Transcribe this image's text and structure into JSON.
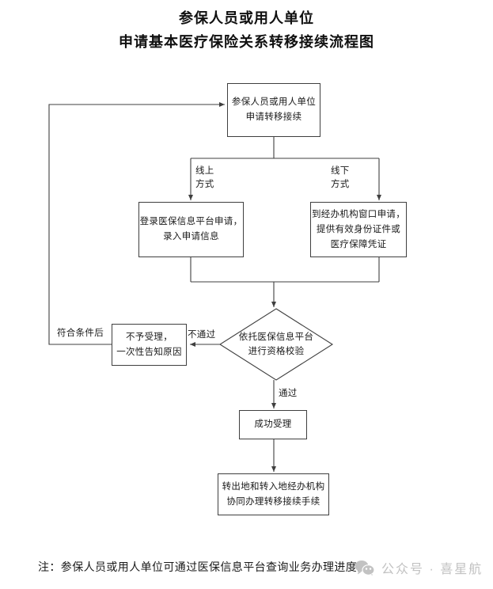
{
  "title": {
    "line1": "参保人员或用人单位",
    "line2": "申请基本医疗保险关系转移接续流程图"
  },
  "colors": {
    "stroke": "#3f3f3f",
    "text": "#1a1a1a",
    "background": "#ffffff",
    "watermark": "#c2c2c2"
  },
  "flowchart": {
    "type": "flowchart",
    "nodes": [
      {
        "id": "start",
        "shape": "rectangle",
        "lines": [
          "参保人员或用人单位",
          "申请转移接续"
        ]
      },
      {
        "id": "online",
        "shape": "rectangle",
        "lines": [
          "登录医保信息平台申请，",
          "录入申请信息"
        ]
      },
      {
        "id": "offline",
        "shape": "rectangle",
        "lines": [
          "到经办机构窗口申请，",
          "提供有效身份证件或",
          "医疗保障凭证"
        ]
      },
      {
        "id": "decision",
        "shape": "diamond",
        "lines": [
          "依托医保信息平台",
          "进行资格校验"
        ]
      },
      {
        "id": "reject",
        "shape": "rectangle",
        "lines": [
          "不予受理，",
          "一次性告知原因"
        ]
      },
      {
        "id": "accept",
        "shape": "rectangle",
        "lines": [
          "成功受理"
        ]
      },
      {
        "id": "final",
        "shape": "rectangle",
        "lines": [
          "转出地和转入地经办机构",
          "协同办理转移接续手续"
        ]
      }
    ],
    "edge_labels": {
      "online": {
        "line1": "线上",
        "line2": "方式"
      },
      "offline": {
        "line1": "线下",
        "line2": "方式"
      },
      "fail": "不通过",
      "pass": "通过",
      "eligible": "符合条件后"
    },
    "edges": [
      {
        "from": "start",
        "to": "online",
        "label": "线上方式"
      },
      {
        "from": "start",
        "to": "offline",
        "label": "线下方式"
      },
      {
        "from": "online",
        "to": "decision",
        "label": ""
      },
      {
        "from": "offline",
        "to": "decision",
        "label": ""
      },
      {
        "from": "decision",
        "to": "reject",
        "label": "不通过"
      },
      {
        "from": "decision",
        "to": "accept",
        "label": "通过"
      },
      {
        "from": "accept",
        "to": "final",
        "label": ""
      },
      {
        "from": "reject",
        "to": "start",
        "label": "符合条件后"
      }
    ]
  },
  "footer": {
    "note": "注：参保人员或用人单位可通过医保信息平台查询业务办理进度。"
  },
  "watermark": {
    "icon": "wechat-icon",
    "text": "公众号 · 喜星航"
  }
}
